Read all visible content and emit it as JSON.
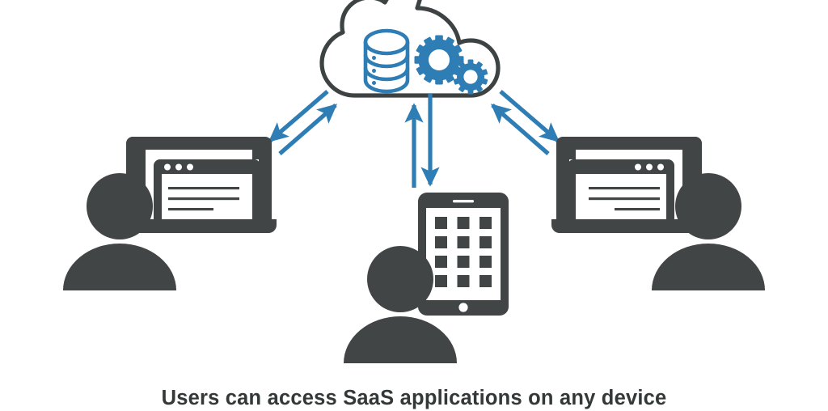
{
  "diagram": {
    "title": "SaaS multi-device access diagram",
    "caption": "Users can access SaaS applications on any device",
    "colors": {
      "accent_blue": "#2E7DB5",
      "device_gray": "#424545",
      "background": "#FFFFFF",
      "screen_white": "#FFFFFF"
    },
    "cloud": {
      "label": "cloud-platform",
      "icons": [
        {
          "name": "database-icon",
          "tiers": 3,
          "color": "#2E7DB5"
        },
        {
          "name": "gear-large-icon",
          "teeth": 12,
          "color": "#2E7DB5"
        },
        {
          "name": "gear-small-icon",
          "teeth": 10,
          "color": "#2E7DB5"
        }
      ]
    },
    "connections": [
      {
        "name": "left-uplink-arrow",
        "direction": "to-cloud",
        "side": "left"
      },
      {
        "name": "left-downlink-arrow",
        "direction": "to-device",
        "side": "left"
      },
      {
        "name": "center-uplink-arrow",
        "direction": "to-cloud",
        "side": "center"
      },
      {
        "name": "center-downlink-arrow",
        "direction": "to-device",
        "side": "center"
      },
      {
        "name": "right-uplink-arrow",
        "direction": "to-cloud",
        "side": "right"
      },
      {
        "name": "right-downlink-arrow",
        "direction": "to-device",
        "side": "right"
      }
    ],
    "users": [
      {
        "name": "user-left",
        "device": "laptop",
        "device_label": "laptop-icon",
        "person_label": "person-icon",
        "screen_content": "browser-window",
        "dots": 3,
        "text_lines": 3,
        "layout": "person-left-device-right"
      },
      {
        "name": "user-center",
        "device": "tablet",
        "device_label": "tablet-icon",
        "person_label": "person-icon",
        "screen_content": "app-grid",
        "grid_columns": 3,
        "grid_rows": 4,
        "layout": "person-left-device-right"
      },
      {
        "name": "user-right",
        "device": "laptop",
        "device_label": "laptop-icon",
        "person_label": "person-icon",
        "screen_content": "browser-window",
        "dots": 3,
        "text_lines": 3,
        "layout": "device-left-person-right"
      }
    ]
  }
}
